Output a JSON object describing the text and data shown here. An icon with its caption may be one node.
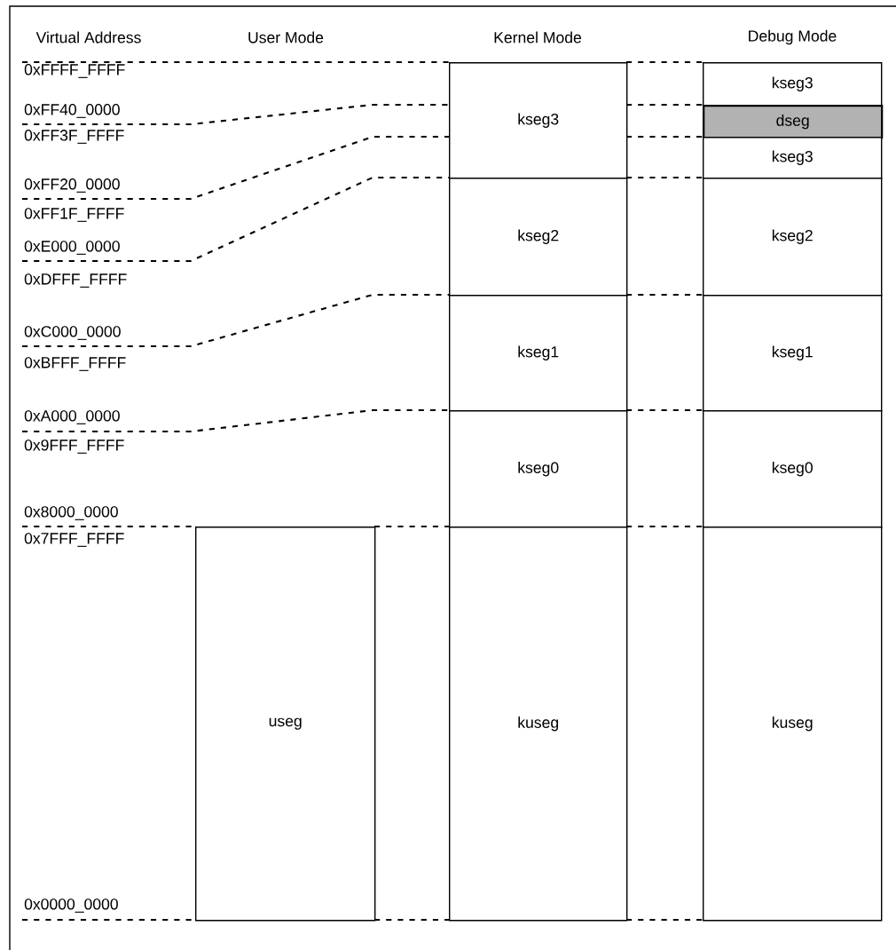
{
  "diagram": {
    "nodes": [
      {
        "text": [
          "kseg3"
        ]
      },
      {
        "text": [
          "kseg3"
        ]
      },
      {
        "text": [
          "dseg"
        ]
      },
      {
        "text": [
          "kseg3"
        ]
      },
      {
        "text": [
          "kseg2"
        ]
      },
      {
        "text": [
          "kseg2"
        ]
      },
      {
        "text": [
          "kseg1"
        ]
      },
      {
        "text": [
          "kseg1"
        ]
      },
      {
        "text": [
          "kseg0"
        ]
      },
      {
        "text": [
          "kseg0"
        ]
      },
      {
        "text": [
          "useg"
        ]
      },
      {
        "text": [
          "kuseg"
        ]
      },
      {
        "text": [
          "kuseg"
        ]
      }
    ],
    "labels": [
      "Virtual Address",
      "User Mode",
      "Kernel Mode",
      "Debug Mode",
      "0xFFFF_FFFF",
      "0xFF40_0000",
      "0xFF3F_FFFF",
      "0xFF20_0000",
      "0xFF1F_FFFF",
      "0xE000_0000",
      "0xDFFF_FFFF",
      "0xC000_0000",
      "0xBFFF_FFFF",
      "0xA000_0000",
      "0x9FFF_FFFF",
      "0x8000_0000",
      "0x7FFF_FFFF",
      "0x0000_0000"
    ]
  }
}
